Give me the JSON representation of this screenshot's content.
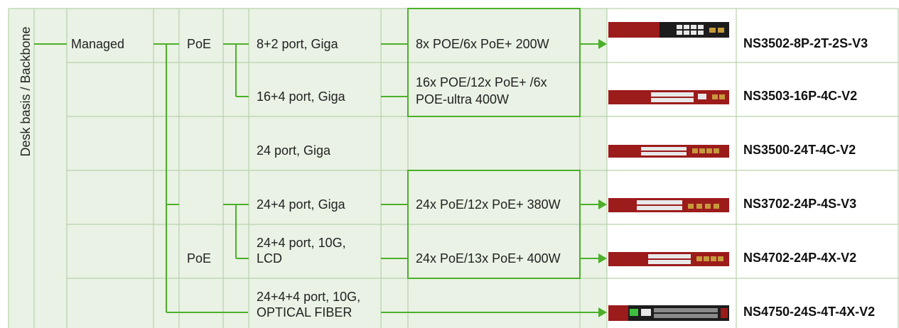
{
  "side_label": "Desk basis / Backbone",
  "levels": {
    "managed": "Managed",
    "poe_1": "PoE",
    "poe_2": "PoE"
  },
  "ports": [
    "8+2 port, Giga",
    "16+4 port, Giga",
    "24 port, Giga",
    "24+4 port, Giga",
    "24+4 port, 10G,\nLCD",
    "24+4+4 port, 10G,\nOPTICAL FIBER"
  ],
  "poe_budgets": [
    "8x POE/6x PoE+ 200W",
    "16x POE/12x PoE+ /6x\nPOE-ultra 400W",
    "",
    "24x PoE/12x PoE+ 380W",
    "24x PoE/13x PoE+ 400W",
    ""
  ],
  "models": [
    "NS3502-8P-2T-2S-V3",
    "NS3503-16P-4C-V2",
    "NS3500-24T-4C-V2",
    "NS3702-24P-4S-V3",
    "NS4702-24P-4X-V2",
    "NS4750-24S-4T-4X-V2"
  ],
  "colors": {
    "cell": "#e9f2e4",
    "border": "#a9c79c",
    "line": "#4caf2a",
    "switch_red": "#9c1b1b",
    "switch_dark": "#1c1c1c"
  }
}
